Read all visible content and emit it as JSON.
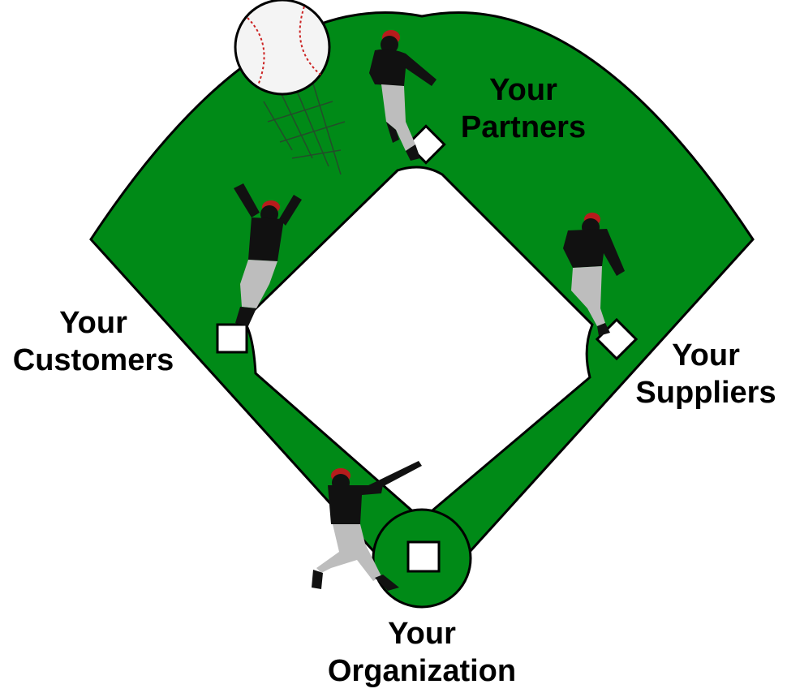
{
  "labels": {
    "partners": {
      "line1": "Your",
      "line2": "Partners"
    },
    "customers": {
      "line1": "Your",
      "line2": "Customers"
    },
    "suppliers": {
      "line1": "Your",
      "line2": "Suppliers"
    },
    "organization": {
      "line1": "Your",
      "line2": "Organization"
    }
  },
  "colors": {
    "field": "#008a17",
    "field_outline": "#000000",
    "infield": "#ffffff",
    "player_uniform": "#111111",
    "player_pants": "#b8b8b8",
    "cap": "#b71c1c",
    "ball_stitch": "#cc2222"
  },
  "icons": {
    "ball": "baseball-icon",
    "players": [
      "batter-icon",
      "runner-icon",
      "runner-icon",
      "runner-icon"
    ],
    "bases": [
      "home-plate-icon",
      "first-base-icon",
      "second-base-icon",
      "third-base-icon"
    ]
  }
}
